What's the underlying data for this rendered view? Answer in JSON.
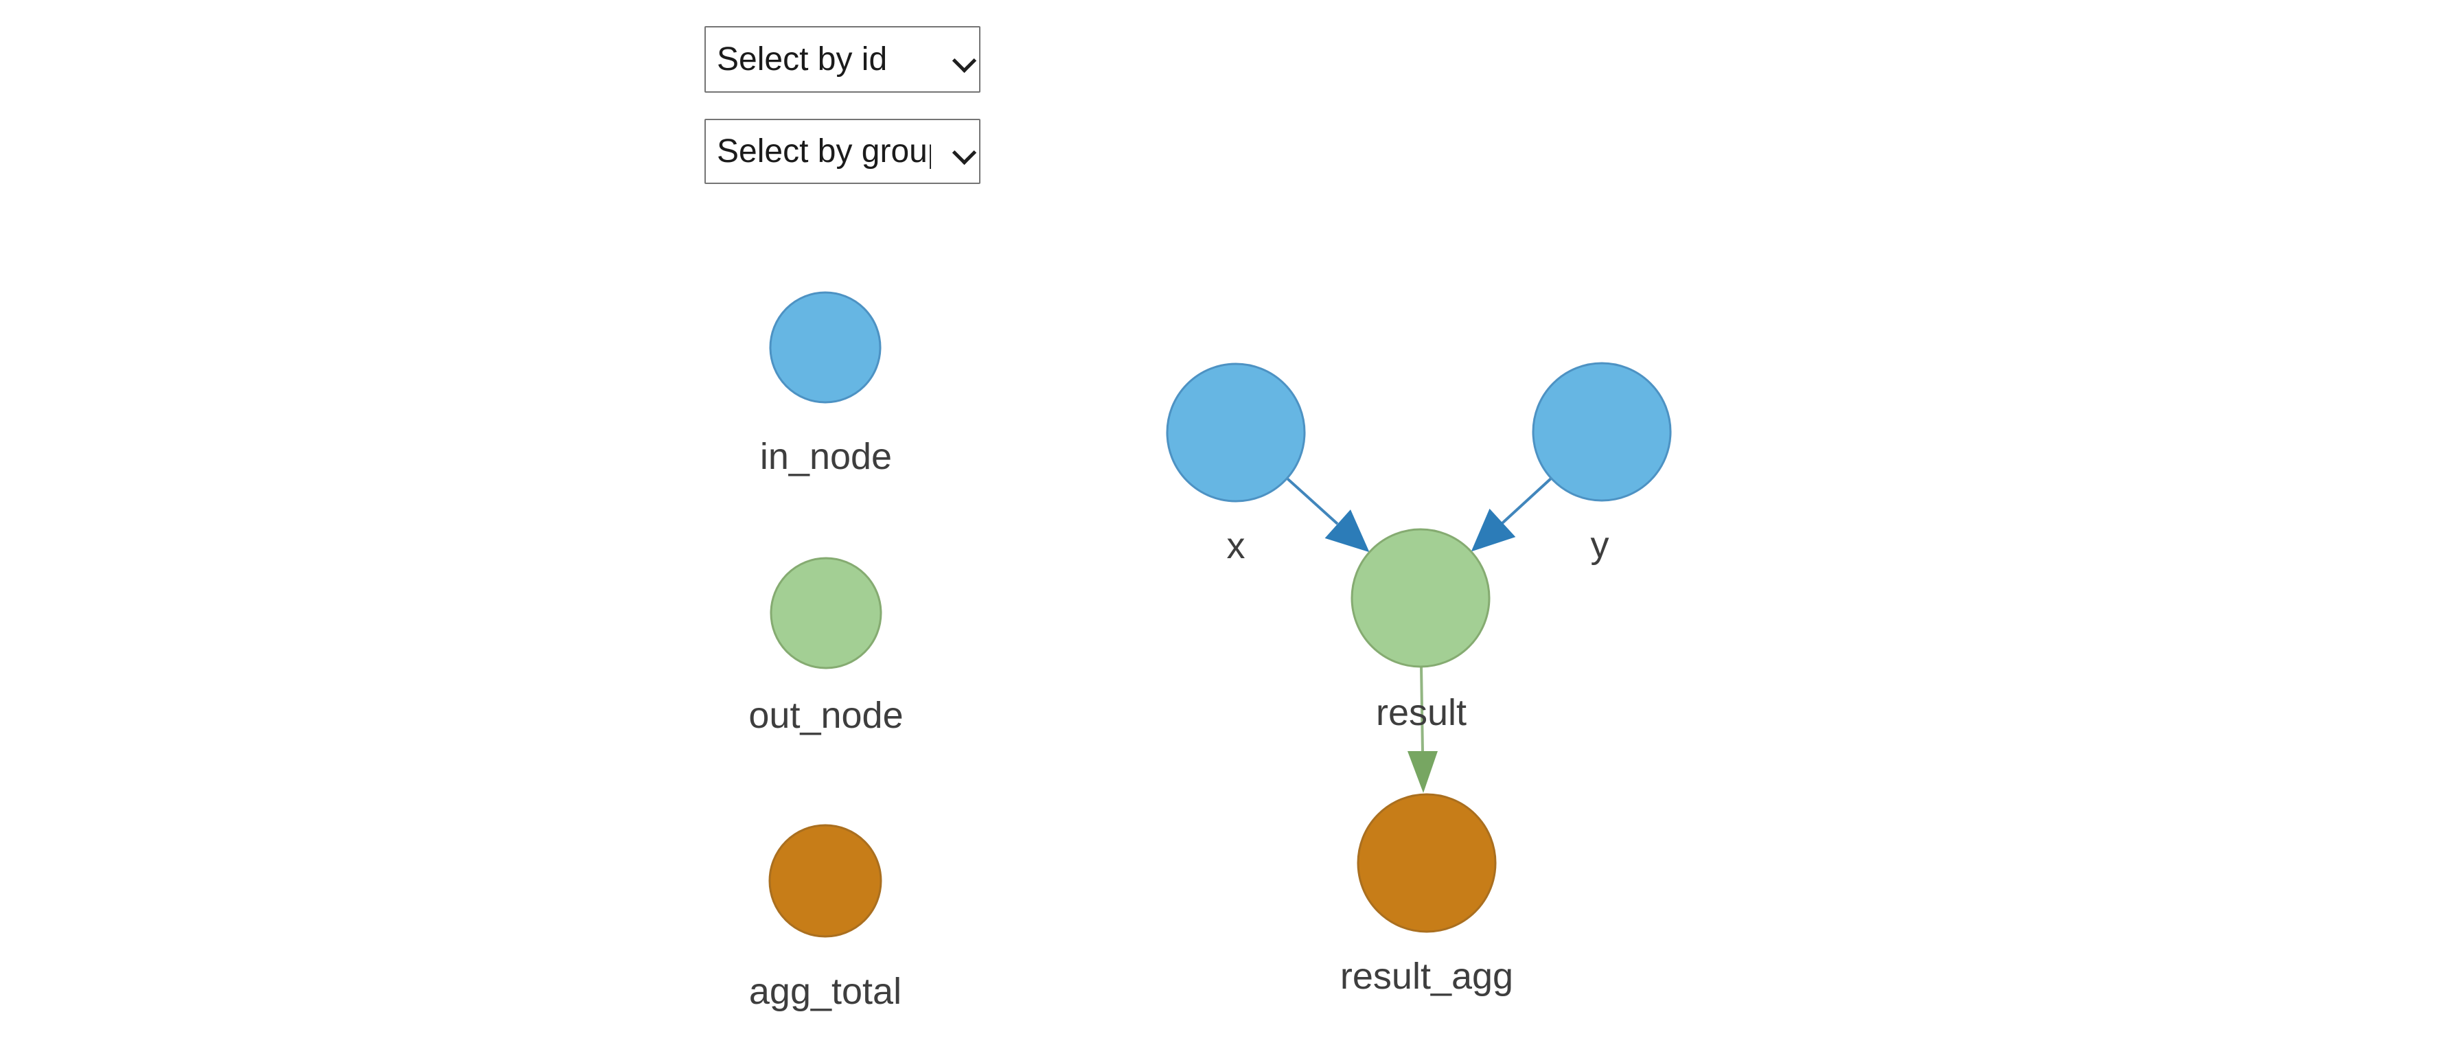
{
  "controls": {
    "select_by_id": {
      "value": "Select by id"
    },
    "select_by_grouping": {
      "value": "Select by grouping"
    }
  },
  "legend": {
    "items": [
      {
        "label": "in_node"
      },
      {
        "label": "out_node"
      },
      {
        "label": "agg_total"
      }
    ]
  },
  "graph": {
    "nodes": [
      {
        "id": "x",
        "label": "x",
        "type": "in_node"
      },
      {
        "id": "y",
        "label": "y",
        "type": "in_node"
      },
      {
        "id": "result",
        "label": "result",
        "type": "out_node"
      },
      {
        "id": "result_agg",
        "label": "result_agg",
        "type": "agg_total"
      }
    ],
    "edges": [
      {
        "source": "x",
        "target": "result"
      },
      {
        "source": "y",
        "target": "result"
      },
      {
        "source": "result",
        "target": "result_agg"
      }
    ]
  },
  "colors": {
    "in_node_fill": "#66b6e3",
    "in_node_stroke": "#4d92c3",
    "out_node_fill": "#a3cf94",
    "out_node_stroke": "#85ab71",
    "agg_total_fill": "#c77d18",
    "agg_total_stroke": "#aa6f1f",
    "edge_blue_line": "#4186bc",
    "edge_blue_arrow": "#2c7cb8",
    "edge_green_line": "#92b682",
    "edge_green_arrow": "#77a662",
    "label_text": "#3e3e3e",
    "background": "#ffffff"
  }
}
